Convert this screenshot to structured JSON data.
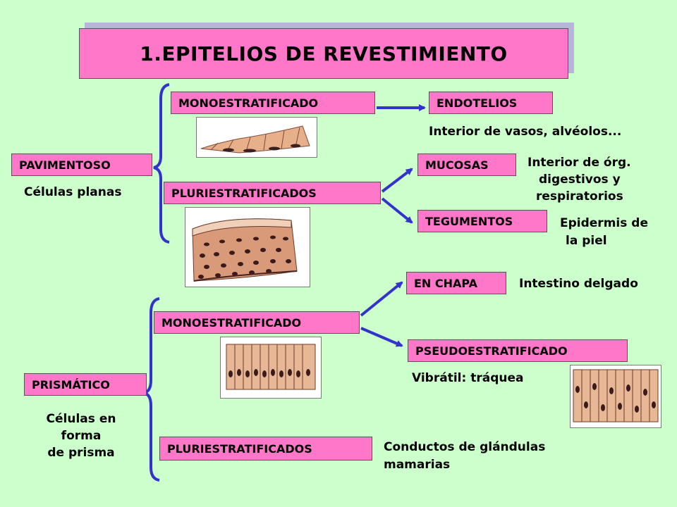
{
  "title": "1.EPITELIOS DE REVESTIMIENTO",
  "pavimentoso": {
    "label": "PAVIMENTOSO",
    "desc": "Células planas",
    "mono": {
      "label": "MONOESTRATIFICADO",
      "target": "ENDOTELIOS",
      "target_desc": "Interior de vasos, alvéolos..."
    },
    "pluri": {
      "label": "PLURIESTRATIFICADOS",
      "mucosas": "MUCOSAS",
      "mucosas_desc": [
        "Interior de órg.",
        "digestivos y",
        "respiratorios"
      ],
      "tegumentos": "TEGUMENTOS",
      "tegumentos_desc": [
        "Epidermis de",
        "la piel"
      ]
    }
  },
  "prismatico": {
    "label": "PRISMÁTICO",
    "desc": [
      "Células en",
      "forma",
      "de prisma"
    ],
    "mono": {
      "label": "MONOESTRATIFICADO",
      "chapa": "EN CHAPA",
      "chapa_desc": "Intestino delgado",
      "pseudo": "PSEUDOESTRATIFICADO",
      "pseudo_desc": "Vibrátil: tráquea"
    },
    "pluri": {
      "label": "PLURIESTRATIFICADOS",
      "desc": [
        "Conductos de glándulas",
        "mamarias"
      ]
    }
  },
  "colors": {
    "background": "#ccffcc",
    "box": "#ff77c8",
    "arrow": "#3333cc"
  },
  "icons": [
    "brace-icon",
    "arrow-icon"
  ]
}
